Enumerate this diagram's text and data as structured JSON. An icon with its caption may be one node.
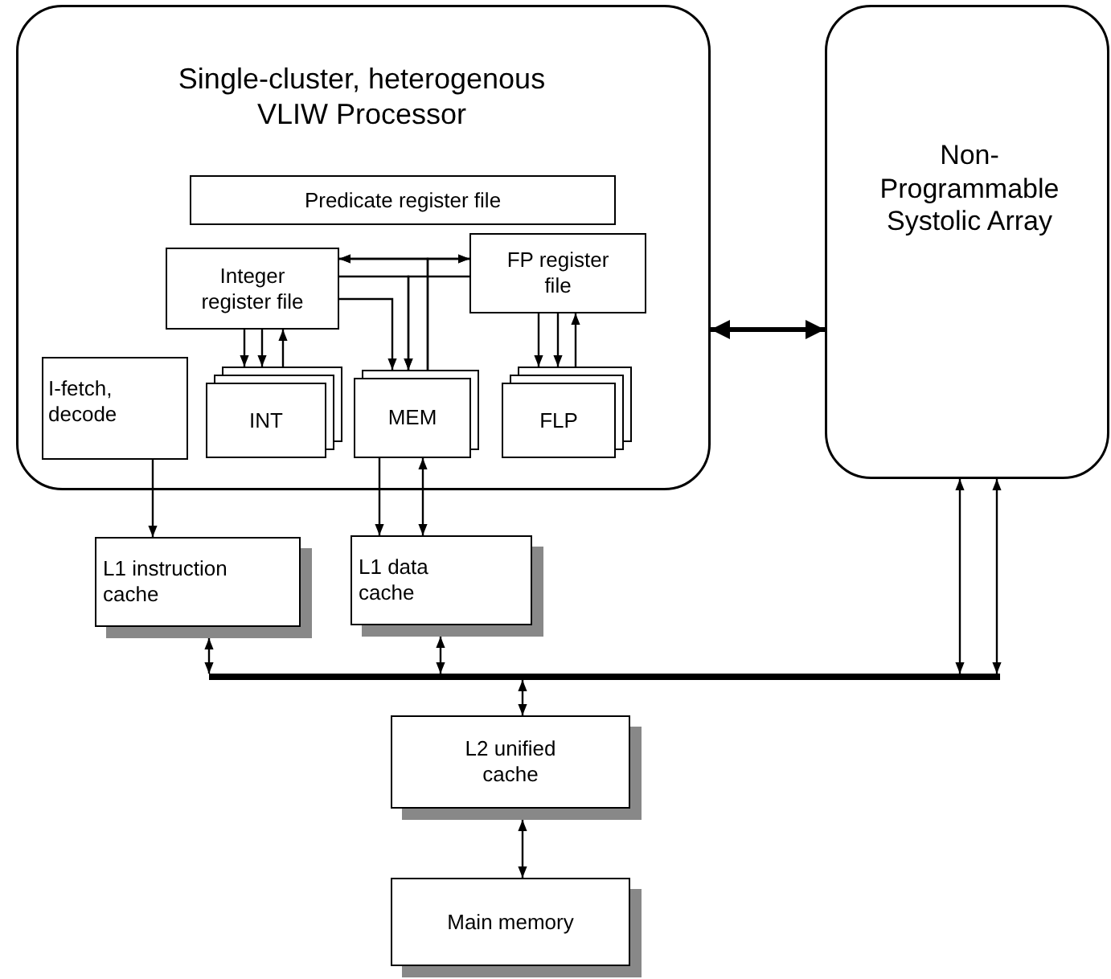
{
  "diagram": {
    "nodes": [
      {
        "text": [
          "Single-cluster, heterogenous VLIW Processor"
        ]
      },
      {
        "text": [
          "Predicate register file"
        ],
        "in": 0
      },
      {
        "text": [
          "Integer register file"
        ],
        "in": 0
      },
      {
        "text": [
          "FP register file"
        ],
        "in": 0
      },
      {
        "text": [
          "I-fetch, decode"
        ],
        "in": 0
      },
      {
        "text": [
          "INT"
        ],
        "in": 0
      },
      {
        "text": [
          "MEM"
        ],
        "in": 0
      },
      {
        "text": [
          "FLP"
        ],
        "in": 0
      },
      {
        "text": [
          "Non-Programmable Systolic Array"
        ]
      },
      {
        "text": [
          "L1 instruction cache"
        ]
      },
      {
        "text": [
          "L1 data cache"
        ]
      },
      {
        "text": [],
        "shape": "bar"
      },
      {
        "text": [
          "L2 unified cache"
        ]
      },
      {
        "text": [
          "Main memory"
        ]
      }
    ],
    "edges": [
      {
        "from": 2,
        "to": 5,
        "arrow": "to"
      },
      {
        "from": 2,
        "to": 5,
        "arrow": "to"
      },
      {
        "from": 5,
        "to": 2,
        "arrow": "to"
      },
      {
        "from": 3,
        "to": 7,
        "arrow": "to"
      },
      {
        "from": 3,
        "to": 7,
        "arrow": "to"
      },
      {
        "from": 7,
        "to": 3,
        "arrow": "to"
      },
      {
        "from": 2,
        "to": 3,
        "arrow": "both"
      },
      {
        "from": 2,
        "to": 6,
        "arrow": "to"
      },
      {
        "from": 3,
        "to": 6,
        "arrow": "to"
      },
      {
        "from": 2,
        "to": 6,
        "arrow": "to"
      },
      {
        "from": 6,
        "to": 2,
        "arrow": "to"
      },
      {
        "from": 6,
        "to": 3,
        "arrow": "to"
      },
      {
        "from": 0,
        "to": 8,
        "arrow": "both",
        "style": "thick"
      },
      {
        "from": 4,
        "to": 9,
        "arrow": "to"
      },
      {
        "from": 6,
        "to": 10,
        "arrow": "to"
      },
      {
        "from": 6,
        "to": 10,
        "arrow": "both"
      },
      {
        "from": 9,
        "to": 11,
        "arrow": "both"
      },
      {
        "from": 10,
        "to": 11,
        "arrow": "both"
      },
      {
        "from": 11,
        "to": 12,
        "arrow": "both"
      },
      {
        "from": 11,
        "to": 8,
        "arrow": "both"
      },
      {
        "from": 11,
        "to": 8,
        "arrow": "both"
      },
      {
        "from": 12,
        "to": 13,
        "arrow": "both"
      }
    ]
  }
}
